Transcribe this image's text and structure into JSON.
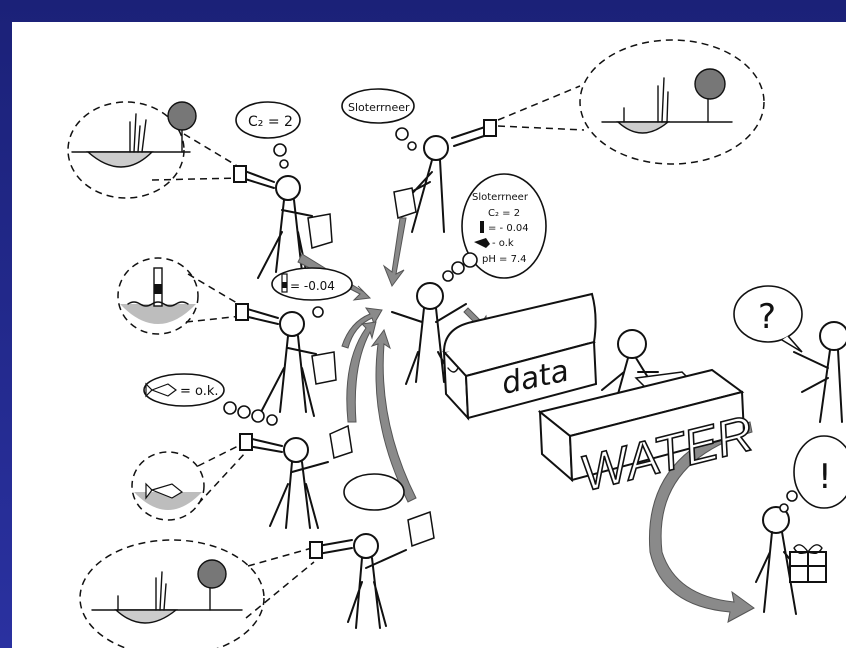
{
  "bubbles": {
    "chlorophyll": "C₂ = 2",
    "lake_name": "Sloterrneer",
    "thermometer": "= -0.04",
    "fish": "= o.k.",
    "summary_title": "Sloterrneer",
    "summary_line1": "C₂ = 2",
    "summary_line2": "= - 0.04",
    "summary_line3": "- o.k",
    "summary_line4": "pH = 7.4",
    "question": "?",
    "exclaim": "!"
  },
  "labels": {
    "data_chest": "data",
    "water_block": "WATER"
  },
  "colors": {
    "frame": "#232a8e",
    "paper": "#ffffff",
    "ink": "#111111",
    "arrow_gray": "#8a8a8a",
    "water_gray": "#bdbdbd"
  }
}
